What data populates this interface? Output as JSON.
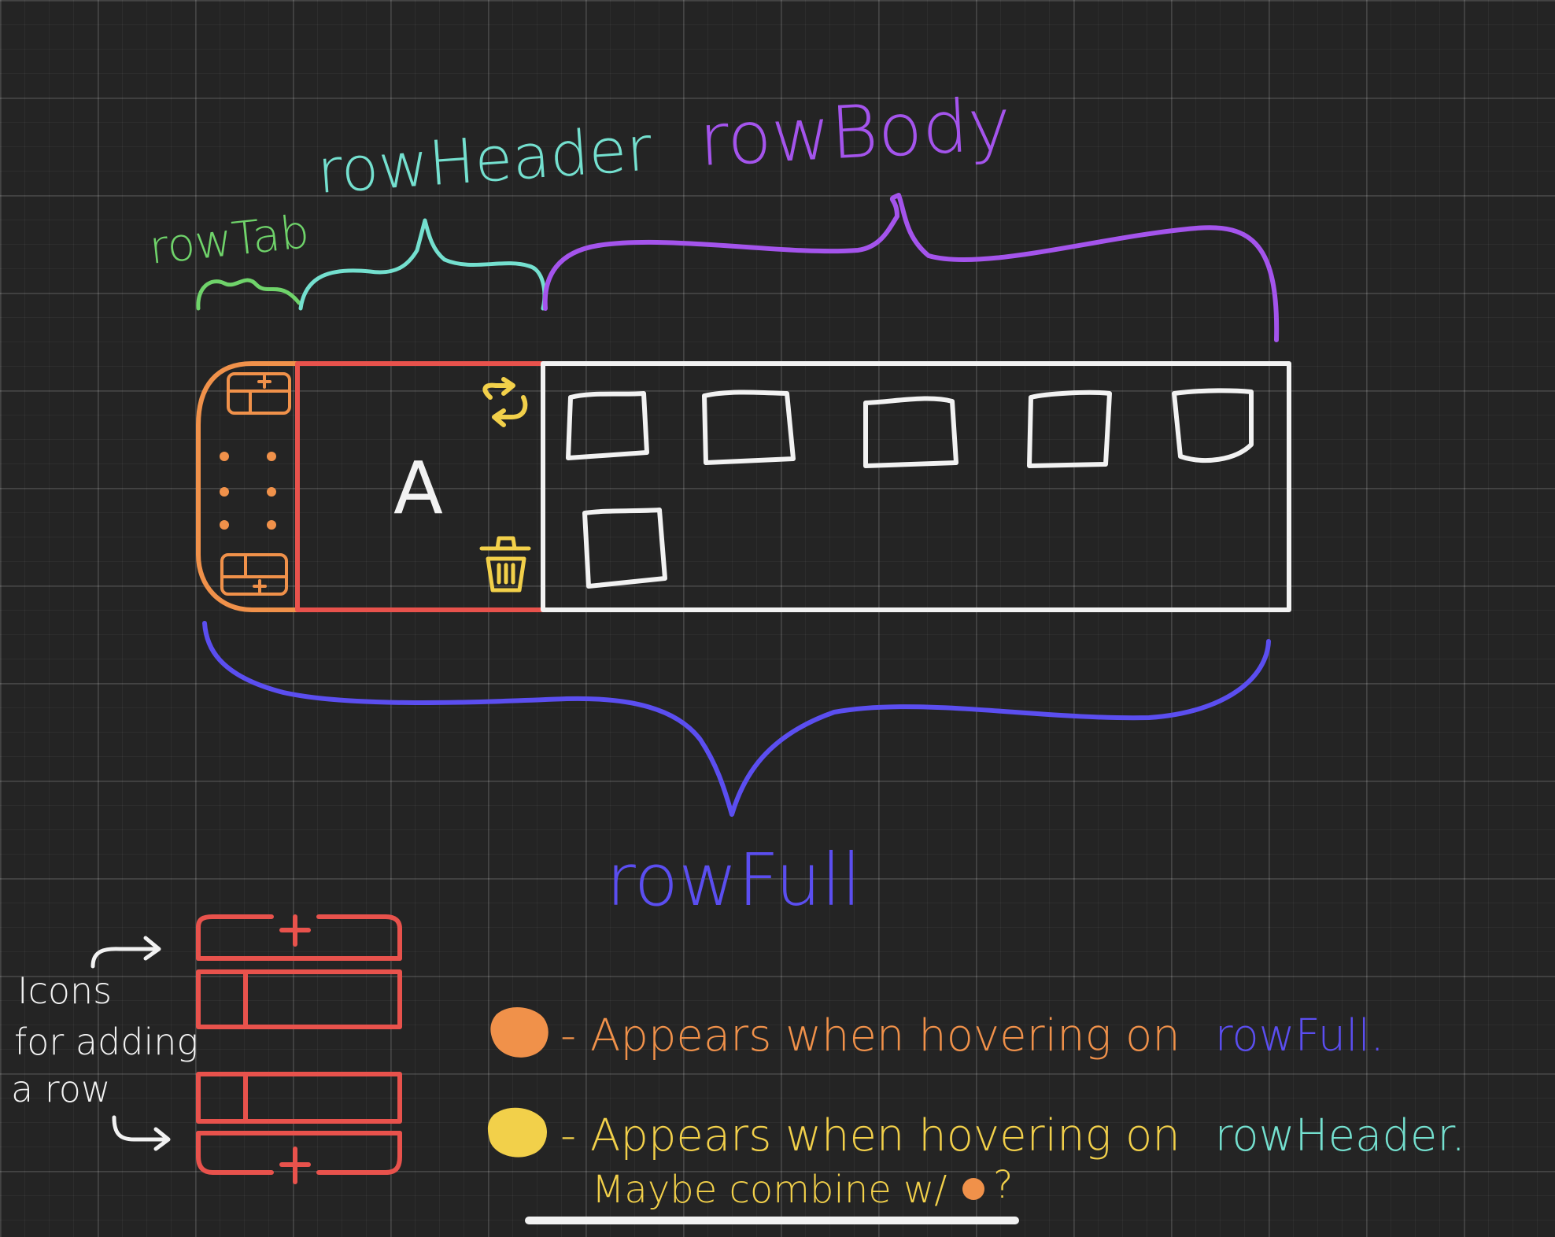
{
  "labels": {
    "row_tab": "rowTab",
    "row_header": "rowHeader",
    "row_body": "rowBody",
    "row_full": "rowFull",
    "header_letter": "A"
  },
  "side_note": {
    "line1": "Icons",
    "line2": "for adding",
    "line3": "a row"
  },
  "legend": {
    "orange_note": "- Appears when hovering on",
    "orange_target": "rowFull.",
    "yellow_note": "- Appears when hovering on",
    "yellow_target": "rowHeader.",
    "yellow_followup": "Maybe combine w/",
    "yellow_followup_end": "?"
  },
  "colors": {
    "background": "#242424",
    "row_tab": "#6fd36a",
    "row_header": "#74e0cf",
    "row_body": "#a454ec",
    "row_full": "#5b4ef0",
    "orange": "#f0914a",
    "red": "#e8524c",
    "yellow": "#f2d04a",
    "white": "#f2f2f2"
  },
  "icons": [
    "add-row-above-icon",
    "drag-handle-icon",
    "add-row-below-icon",
    "refresh-icon",
    "trash-icon"
  ]
}
